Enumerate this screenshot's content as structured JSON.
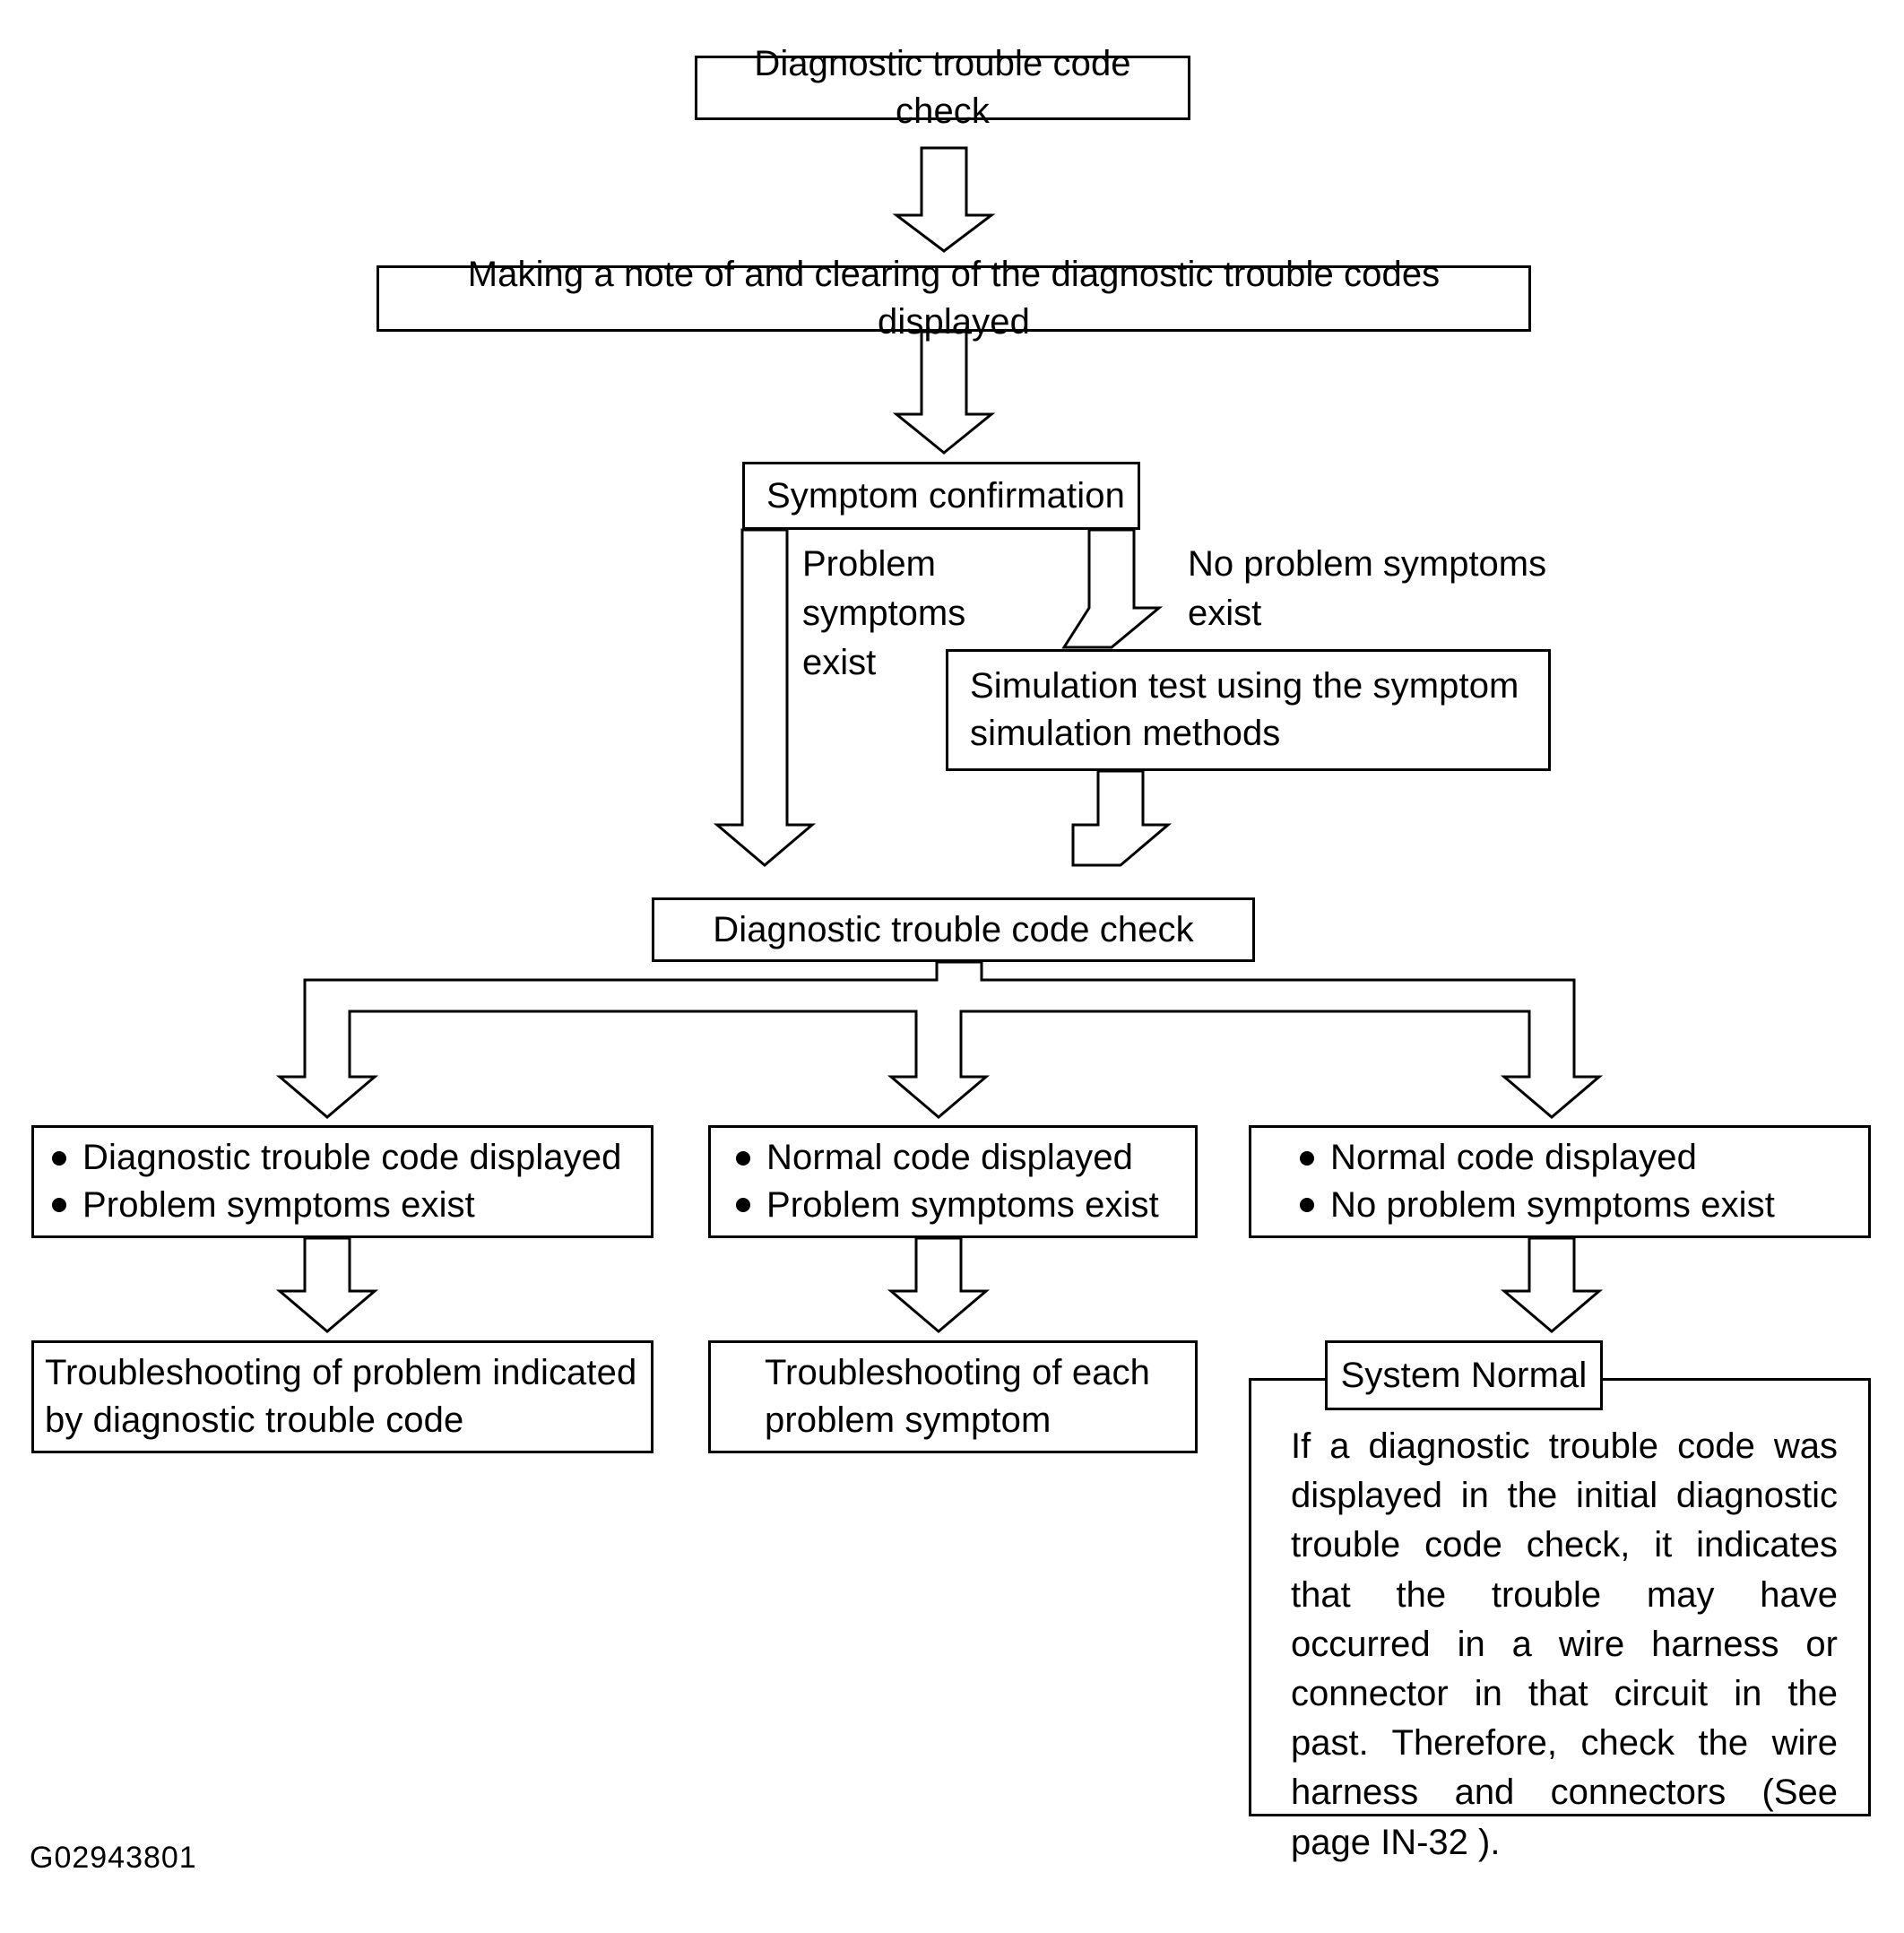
{
  "figure": {
    "code": "G02943801"
  },
  "nodes": {
    "dtc_check_1": "Diagnostic trouble code check",
    "making_note": "Making a note of and clearing of the diagnostic trouble codes displayed",
    "symptom_confirmation": "Symptom confirmation",
    "simulation_test_line1": "Simulation test using the symptom",
    "simulation_test_line2": "simulation methods",
    "dtc_check_2": "Diagnostic trouble code check",
    "result_left": {
      "bullet1": "Diagnostic trouble code displayed",
      "bullet2": "Problem symptoms exist"
    },
    "result_middle": {
      "bullet1": "Normal code displayed",
      "bullet2": "Problem symptoms exist"
    },
    "result_right": {
      "bullet1": "Normal code displayed",
      "bullet2": "No problem symptoms exist"
    },
    "outcome_left_line1": "Troubleshooting of problem indicated",
    "outcome_left_line2": "by diagnostic trouble code",
    "outcome_middle_line1": "Troubleshooting of each",
    "outcome_middle_line2": "problem symptom",
    "system_normal_title": "System Normal",
    "system_normal_note": "If a diagnostic trouble code was displayed in the initial diagnostic trouble code check, it indicates that the trouble may have occurred in a wire harness or connector in that circuit in the past. Therefore, check the wire harness and connectors (See page IN-32 )."
  },
  "edge_labels": {
    "problem_symptoms_exist_line1": "Problem symptoms",
    "problem_symptoms_exist_line2": "exist",
    "no_problem_symptoms_exist_line1": "No problem symptoms",
    "no_problem_symptoms_exist_line2": "exist"
  },
  "colors": {
    "stroke": "#000000",
    "fill": "#ffffff",
    "background": "#ffffff"
  }
}
